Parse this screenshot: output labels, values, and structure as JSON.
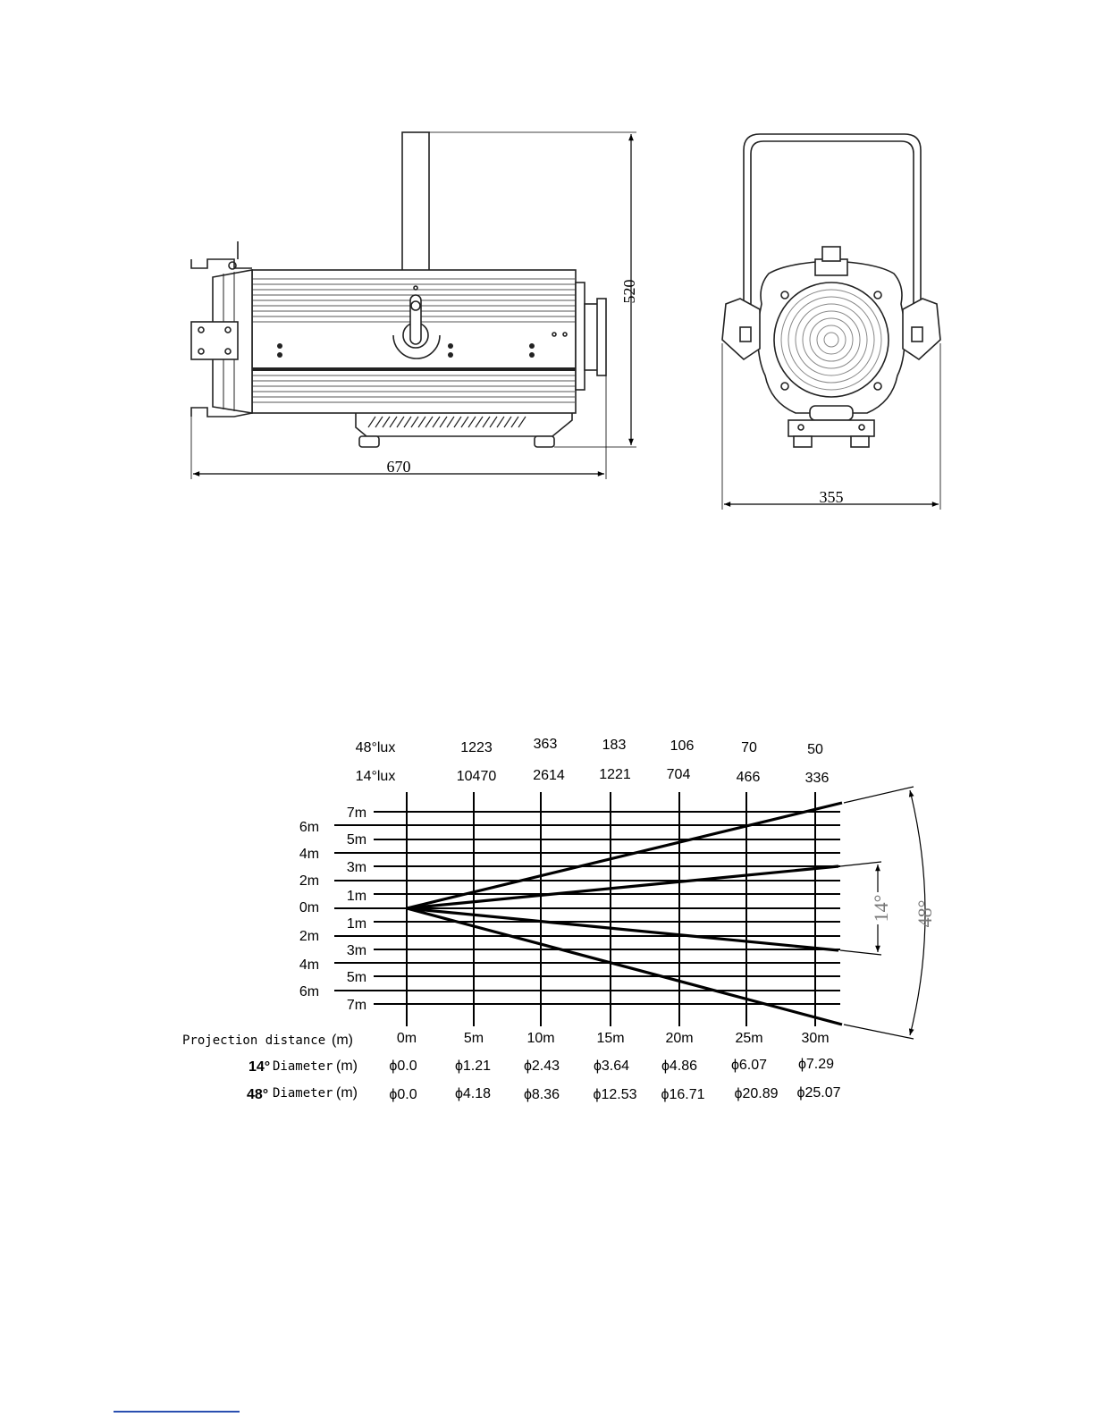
{
  "dimensions": {
    "side_length": "670",
    "side_height": "520",
    "front_width": "355"
  },
  "photometric": {
    "row_48_label": "48°lux",
    "row_14_label": "14°lux",
    "lux_48": [
      "1223",
      "363",
      "183",
      "106",
      "70",
      "50"
    ],
    "lux_14": [
      "10470",
      "2614",
      "1221",
      "704",
      "466",
      "336"
    ],
    "height_labels_left": [
      "6m",
      "4m",
      "2m",
      "0m",
      "2m",
      "4m",
      "6m"
    ],
    "height_labels_inner": [
      "7m",
      "5m",
      "3m",
      "1m",
      "1m",
      "3m",
      "5m",
      "7m"
    ],
    "distance_title": "Projection distance",
    "unit": "(m)",
    "distances": [
      "0m",
      "5m",
      "10m",
      "15m",
      "20m",
      "25m",
      "30m"
    ],
    "diam_14_angle": "14°",
    "diam_48_angle": "48°",
    "diameter_word": "Diameter",
    "diam_14": [
      "ϕ0.0",
      "ϕ1.21",
      "ϕ2.43",
      "ϕ3.64",
      "ϕ4.86",
      "ϕ6.07",
      "ϕ7.29"
    ],
    "diam_48": [
      "ϕ0.0",
      "ϕ4.18",
      "ϕ8.36",
      "ϕ12.53",
      "ϕ16.71",
      "ϕ20.89",
      "ϕ25.07"
    ],
    "beam_14": "14°",
    "beam_48": "48°"
  }
}
